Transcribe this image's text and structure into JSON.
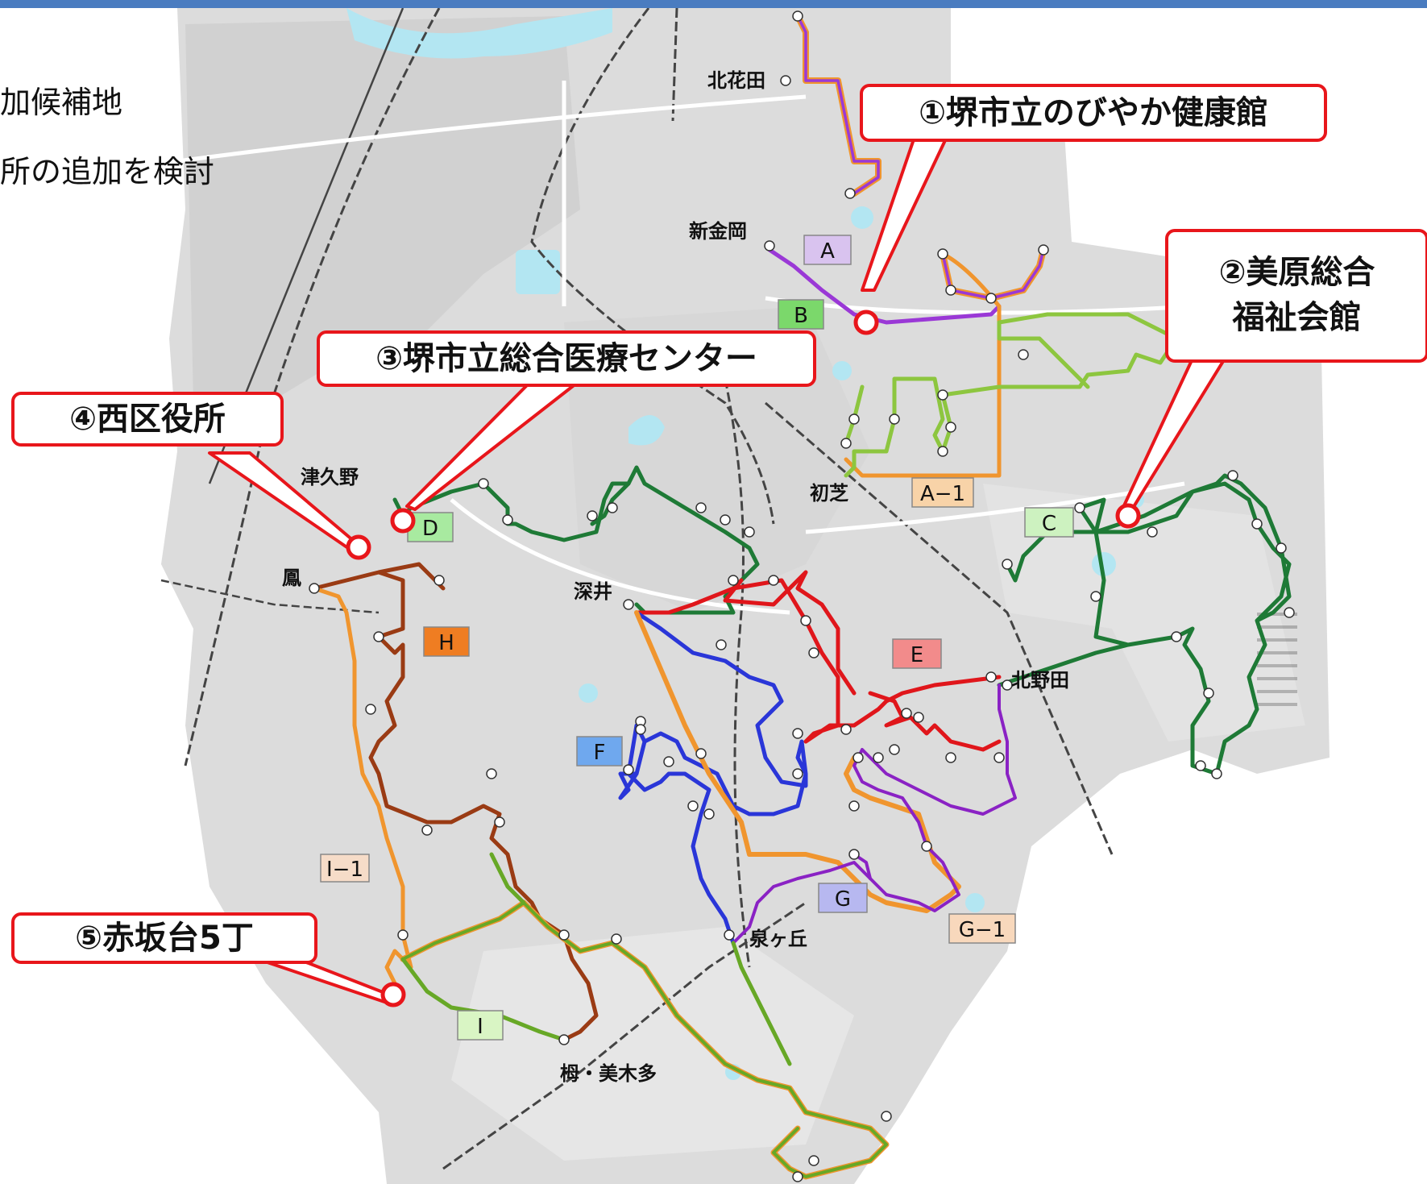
{
  "header_bar_color": "#4a7cc0",
  "legend_text": {
    "line1": "加候補地",
    "line2": "所の追加を検討"
  },
  "callouts": [
    {
      "id": "c1",
      "label": "①堺市立のびやか健康館"
    },
    {
      "id": "c2",
      "label_line1": "②美原総合",
      "label_line2": "福祉会館"
    },
    {
      "id": "c3",
      "label": "③堺市立総合医療センター"
    },
    {
      "id": "c4",
      "label": "④西区役所"
    },
    {
      "id": "c5",
      "label": "⑤赤坂台5丁"
    }
  ],
  "station_labels": {
    "kitahanada": "北花田",
    "shinkanaoka": "新金岡",
    "tsukuno": "津久野",
    "hatsushiba": "初芝",
    "otori": "鳳",
    "fukai": "深井",
    "kitanoda": "北野田",
    "izumigaoka": "泉ヶ丘",
    "togamikita": "栂・美木多"
  },
  "route_tags": [
    {
      "id": "A",
      "label": "A",
      "color": "#d9c3ef"
    },
    {
      "id": "B",
      "label": "B",
      "color": "#7bd86b"
    },
    {
      "id": "A1",
      "label": "A−1",
      "color": "#f8d3a8"
    },
    {
      "id": "C",
      "label": "C",
      "color": "#cdf2c0"
    },
    {
      "id": "D",
      "label": "D",
      "color": "#a8eaa0"
    },
    {
      "id": "E",
      "label": "E",
      "color": "#f28b8b"
    },
    {
      "id": "F",
      "label": "F",
      "color": "#6fa8ee"
    },
    {
      "id": "G",
      "label": "G",
      "color": "#b7b8f0"
    },
    {
      "id": "G1",
      "label": "G−1",
      "color": "#f8d8bc"
    },
    {
      "id": "H",
      "label": "H",
      "color": "#ef7d22"
    },
    {
      "id": "I1",
      "label": "I−1",
      "color": "#f6dcc8"
    },
    {
      "id": "I",
      "label": "I",
      "color": "#d9f5c4"
    }
  ],
  "route_colors": {
    "A": "#9a38d6",
    "A_orange": "#f0952e",
    "B": "#8dc63f",
    "C": "#1e7a36",
    "D": "#1e7a36",
    "E": "#e0161b",
    "F": "#2a36d8",
    "G": "#8a22c4",
    "H": "#9a3b14",
    "I": "#67a826",
    "I1": "#f0952e"
  },
  "callout_color": "#e8161b",
  "map_background_color": "#dcdcdc",
  "map_water_color": "#b3e6f2"
}
